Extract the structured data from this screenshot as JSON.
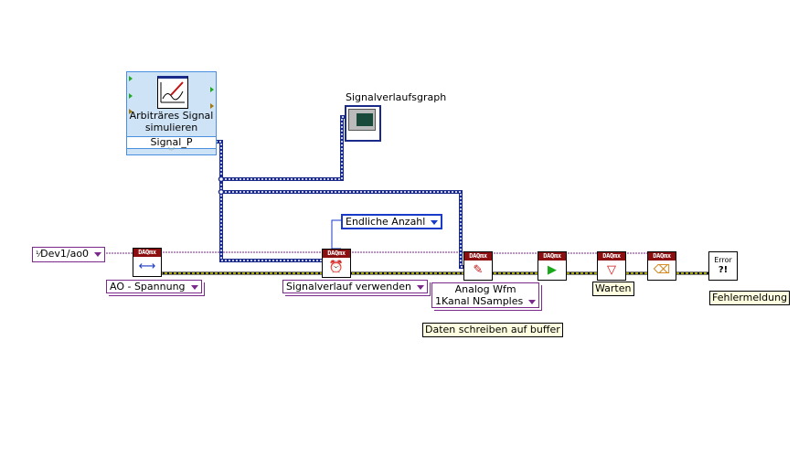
{
  "express_vi": {
    "title": "Arbiträres Signal simulieren",
    "output": "Signal_P",
    "icon": "signal-pen-icon"
  },
  "graph": {
    "label": "Signalverlaufsgraph",
    "icon": "waveform-graph-icon"
  },
  "channel": {
    "value": "Dev1/ao0",
    "icon": "io-channel-icon"
  },
  "nodes": {
    "create_channel": {
      "header": "DAQmx",
      "icon": "create-channel-icon"
    },
    "timing": {
      "header": "DAQmx",
      "icon": "timing-clock-icon"
    },
    "write": {
      "header": "DAQmx",
      "icon": "write-icon"
    },
    "start": {
      "header": "DAQmx",
      "icon": "start-task-icon"
    },
    "wait": {
      "header": "DAQmx",
      "icon": "wait-until-done-icon"
    },
    "clear": {
      "header": "DAQmx",
      "icon": "clear-task-icon"
    },
    "error": {
      "header": "Error",
      "glyph": "?!",
      "icon": "error-handler-icon"
    }
  },
  "selectors": {
    "create_channel": "AO - Spannung",
    "timing": "Signalverlauf verwenden",
    "write_line1": "Analog Wfm",
    "write_line2": "1Kanal NSamples"
  },
  "constants": {
    "sample_mode": "Endliche Anzahl"
  },
  "labels": {
    "write_comment": "Daten schreiben auf buffer",
    "wait": "Warten",
    "error": "Fehlermeldung"
  },
  "colors": {
    "task_wire": "#7a2a8a",
    "error_wire": "#c8c800",
    "waveform_wire": "#1a2a8a",
    "daqmx_header": "#8b0f10"
  }
}
